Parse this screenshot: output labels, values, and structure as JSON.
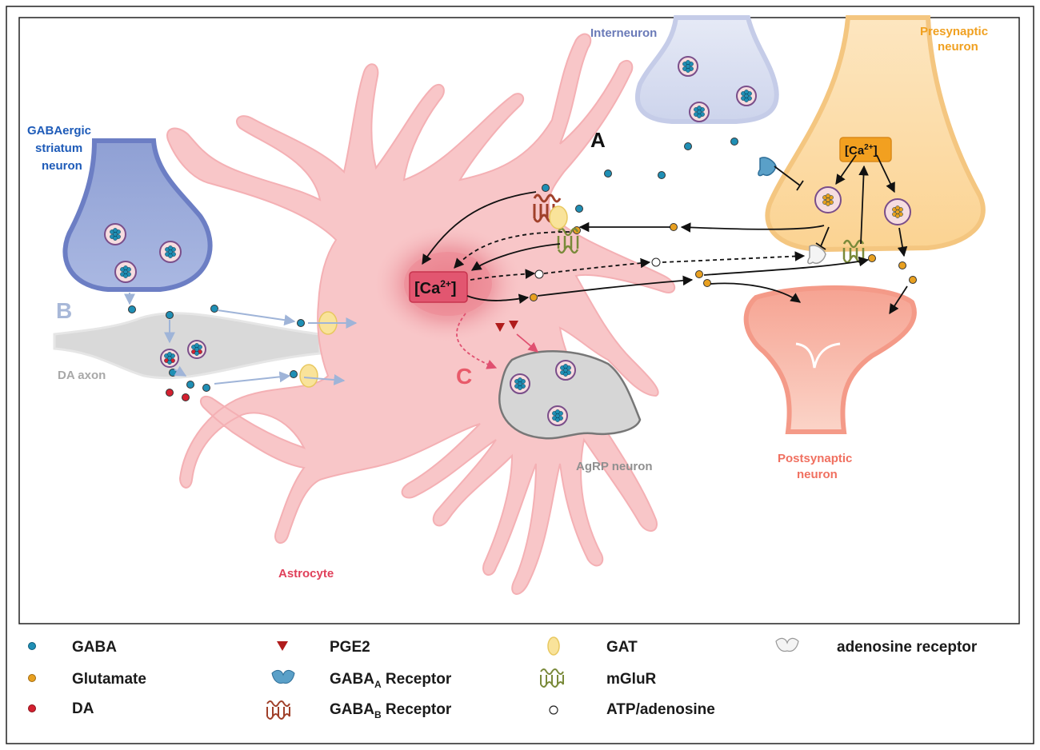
{
  "labels": {
    "interneuron": "Interneuron",
    "presynaptic": [
      "Presynaptic",
      "neuron"
    ],
    "gabaergic": [
      "GABAergic",
      "striatum",
      "neuron"
    ],
    "da_axon": "DA axon",
    "agrp": "AgRP neuron",
    "postsynaptic": [
      "Postsynaptic",
      "neuron"
    ],
    "astrocyte": "Astrocyte",
    "panel_a": "A",
    "panel_b": "B",
    "panel_c": "C",
    "ca_astro": "[Ca",
    "ca_astro_sup": "2+",
    "ca_astro_end": "]",
    "ca_pre": "[Ca",
    "ca_pre_sup": "2+",
    "ca_pre_end": "]"
  },
  "legend": {
    "gaba": "GABA",
    "glutamate": "Glutamate",
    "da": "DA",
    "pge2": "PGE2",
    "gabaa_main": "GABA",
    "gabaa_sub": "A",
    "gabaa_tail": " Receptor",
    "gabab_main": "GABA",
    "gabab_sub": "B",
    "gabab_tail": " Receptor",
    "gat": "GAT",
    "mglur": "mGluR",
    "atp": "ATP/adenosine",
    "adenosine_receptor": "adenosine receptor"
  },
  "colors": {
    "gaba": "#1f8fb5",
    "glutamate": "#e8a020",
    "da": "#d42030",
    "pge2": "#b01c1c",
    "astrocyte": "#f8c6c8",
    "astro_label": "#e0405a",
    "interneuron_label": "#6a7ab8",
    "presynaptic_label": "#f0a020",
    "gabaergic_label": "#1e5bb8",
    "postsynaptic_label": "#f07060",
    "da_label": "#a8a8a8",
    "agrp_label": "#909090",
    "panel_b": "#a8b8d8",
    "panel_c": "#e85a6a"
  }
}
